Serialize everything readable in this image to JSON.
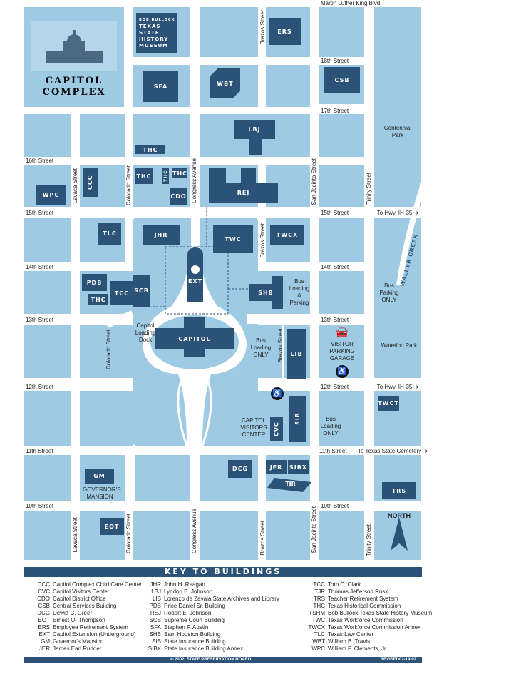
{
  "title": {
    "line1": "CAPITOL",
    "line2": "COMPLEX"
  },
  "streets": {
    "mlk": "Martin Luther King Blvd.",
    "s18": "18th Street",
    "s17": "17th Street",
    "s16": "16th Street",
    "s15": "15th Street",
    "s14": "14th Street",
    "s13": "13th Street",
    "s12": "12th Street",
    "s11": "11th Street",
    "s10": "10th Street",
    "lavaca": "Lavaca Street",
    "colorado": "Colorado Street",
    "congress": "Congress Avenue",
    "brazos": "Brazos Street",
    "sanjacinto": "San Jacinto Street",
    "trinity": "Trinity Street"
  },
  "buildings": {
    "tshm_small": "BOB BULLOCK",
    "tshm": "TEXAS STATE HISTORY MUSEUM",
    "ers": "ERS",
    "sfa": "SFA",
    "wbt": "WBT",
    "csb": "CSB",
    "lbj": "LBJ",
    "thc": "THC",
    "cdo": "CDO",
    "ccc": "CCC",
    "wpc": "WPC",
    "rej": "REJ",
    "tlc": "TLC",
    "jhr": "JHR",
    "twc": "TWC",
    "twcx": "TWCX",
    "pdb": "PDB",
    "tcc": "TCC",
    "scb": "SCB",
    "ext": "EXT",
    "shb": "SHB",
    "capitol": "CAPITOL",
    "lib": "LIB",
    "sib": "SIB",
    "cvc": "CVC",
    "dcg": "DCG",
    "jer": "JER",
    "sibx": "SIBX",
    "tjr": "TJR",
    "gm": "GM",
    "eot": "EOT",
    "twct": "TWCT",
    "trs": "TRS"
  },
  "notes": {
    "centennial": "Centennial Park",
    "hwy1": "To Hwy. IH-35",
    "hwy2": "To Hwy. IH-35",
    "waller": "WALLER CREEK",
    "busLoadParking": "Bus Loading & Parking",
    "busParkingOnly": "Bus Parking ONLY",
    "waterloo": "Waterloo Park",
    "loadingDock": "Capitol Loading Dock",
    "busLoadingOnly1": "Bus Loading ONLY",
    "busLoadingOnly2": "Bus Loading ONLY",
    "garage": "VISITOR PARKING GARAGE",
    "cvcLabel": "CAPITOL VISITORS CENTER",
    "governor": "GOVERNOR'S MANSION",
    "cemetery": "To Texas State Cemetery",
    "north": "NORTH"
  },
  "key": {
    "title": "KEY TO BUILDINGS",
    "columns": [
      [
        [
          "CCC",
          "Capitol Complex Child Care Center"
        ],
        [
          "CVC",
          "Capitol Visitors Center"
        ],
        [
          "CDO",
          "Capitol District Office"
        ],
        [
          "CSB",
          "Central Services Building"
        ],
        [
          "DCG",
          "Dewitt C. Greer"
        ],
        [
          "EOT",
          "Ernest O. Thompson"
        ],
        [
          "ERS",
          "Employee Retirement System"
        ],
        [
          "EXT",
          "Capitol Extension (Underground)"
        ],
        [
          "GM",
          "Governor's Mansion"
        ],
        [
          "JER",
          "James Earl Rudder"
        ]
      ],
      [
        [
          "JHR",
          "John H. Reagan"
        ],
        [
          "LBJ",
          "Lyndon B. Johnson"
        ],
        [
          "LIB",
          "Lorenzo de Zavala State Archives and Library"
        ],
        [
          "PDB",
          "Price Daniel Sr. Building"
        ],
        [
          "REJ",
          "Robert E. Johnson"
        ],
        [
          "SCB",
          "Supreme Court Building"
        ],
        [
          "SFA",
          "Stephen F. Austin"
        ],
        [
          "SHB",
          "Sam Houston Building"
        ],
        [
          "SIB",
          "State Insurance Building"
        ],
        [
          "SIBX",
          "State Insurance Building Annex"
        ]
      ],
      [
        [
          "TCC",
          "Tom C. Clark"
        ],
        [
          "TJR",
          "Thomas Jefferson Rusk"
        ],
        [
          "TRS",
          "Teacher Retirement System"
        ],
        [
          "THC",
          "Texas Historical Commission"
        ],
        [
          "TSHM",
          "Bob Bullock Texas State History Museum"
        ],
        [
          "TWC",
          "Texas Workforce Commission"
        ],
        [
          "TWCX",
          "Texas Workforce Commission Annex"
        ],
        [
          "TLC",
          "Texas Law Center"
        ],
        [
          "WBT",
          "William B. Travis"
        ],
        [
          "WPC",
          "William P. Clements, Jr."
        ]
      ]
    ]
  },
  "footer": {
    "copyright": "© 2002, STATE PRESERVATION BOARD",
    "revised": "REVISED02-19-02"
  },
  "colors": {
    "block": "#9fcae3",
    "building": "#2c5277"
  }
}
